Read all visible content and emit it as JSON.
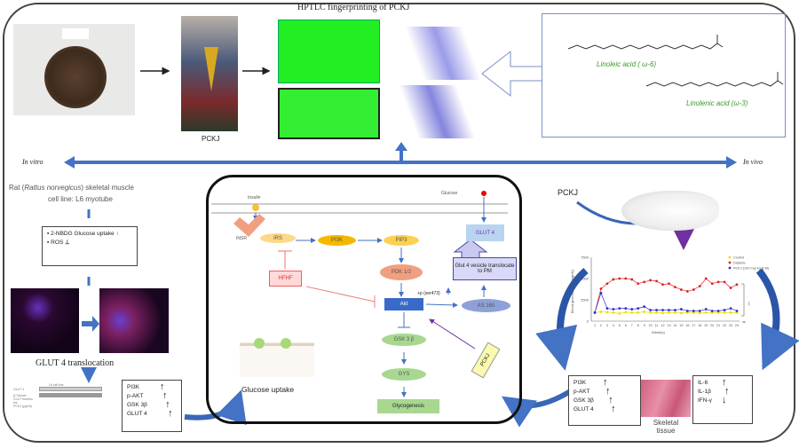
{
  "header": {
    "title": "HPTLC fingerprinting of PCKJ"
  },
  "top": {
    "seed_photo_label": "PCKJ",
    "extract_label": "PCKJ",
    "fatty_acids": [
      {
        "name": "Linoleic acid ( ω-6)",
        "color": "#3a9a2a"
      },
      {
        "name": "Linolenic acid (ω-3)",
        "color": "#3a9a2a"
      }
    ]
  },
  "axis": {
    "left": "In vitro",
    "right": "In vivo"
  },
  "in_vitro": {
    "model_line1_pre": "Rat (",
    "model_species": "Rattus norvegicus",
    "model_line1_post": ")  skeletal muscle",
    "model_line2": "cell line: L6 myotube",
    "results": [
      {
        "label": "2-NBDG Glucose uptake",
        "direction": "up"
      },
      {
        "label": "ROS",
        "direction": "down"
      }
    ],
    "translocation_label": "GLUT 4 translocation",
    "blot": {
      "title": "L6 cell line",
      "rows": [
        "GLUT 4",
        "β-Tubulin",
        "GLUT fraction",
        "Ins",
        "PCKJ (µg/ml)"
      ]
    },
    "markers": [
      {
        "label": "PI3K",
        "direction": "up"
      },
      {
        "label": "p-AKT",
        "direction": "up"
      },
      {
        "label": "GSK 3β",
        "direction": "up"
      },
      {
        "label": "GLUT 4",
        "direction": "up"
      }
    ]
  },
  "pathway": {
    "insulin": "Insulin",
    "glucose": "Glucose",
    "insr": "INSR",
    "irs": "IRS",
    "pi3k": "PI3K",
    "pip3": "PIP3",
    "pdk": "PDK 1/2",
    "akt": "Akt",
    "phospho": "+p (ser473)",
    "as160": "AS 160",
    "glut4": "GLUT 4",
    "vesicle": "Glut 4 vesicle translocate to PM",
    "hfhf": "HFHF",
    "gsk": "GSK 3 β",
    "gys": "GYS",
    "glycogenesis": "Glycogenesis",
    "pckj": "PCKJ",
    "glucose_uptake": "Glucose uptake"
  },
  "in_vivo": {
    "label": "PCKJ",
    "markers": [
      {
        "label": "PI3K",
        "direction": "up"
      },
      {
        "label": "p-AKT",
        "direction": "up"
      },
      {
        "label": "GSK 3β",
        "direction": "up"
      },
      {
        "label": "GLUT 4",
        "direction": "up"
      }
    ],
    "tissue_label": "Skeletal tissue",
    "cytokines": [
      {
        "label": "IL-6",
        "direction": "up"
      },
      {
        "label": "IL-1β",
        "direction": "up"
      },
      {
        "label": "IFN-γ",
        "direction": "down"
      }
    ]
  },
  "chart_data": {
    "type": "line",
    "xlabel": "Week(s)",
    "ylabel": "Blood glucose level (mg/dL)",
    "x": [
      1,
      2,
      3,
      4,
      5,
      6,
      7,
      8,
      9,
      10,
      11,
      12,
      13,
      14,
      15,
      16,
      17,
      18,
      19,
      20,
      21,
      22,
      23,
      24
    ],
    "ylim": [
      0,
      7500
    ],
    "yticks": [
      "0",
      "2500",
      "5000",
      "7500"
    ],
    "legend": "top-right",
    "annotations": [
      "***",
      "ns"
    ],
    "series": [
      {
        "name": "Control",
        "color": "#e8e000",
        "values": [
          1000,
          1100,
          1050,
          1000,
          900,
          1050,
          1000,
          1000,
          1100,
          1000,
          1000,
          950,
          1000,
          1000,
          950,
          1000,
          1000,
          950,
          1000,
          1000,
          1000,
          1000,
          1000,
          1000
        ]
      },
      {
        "name": "Diabetic",
        "color": "#e02020",
        "values": [
          1000,
          3800,
          4400,
          4900,
          5000,
          5000,
          4900,
          4400,
          4600,
          4800,
          4700,
          4300,
          4400,
          4000,
          3700,
          3500,
          3700,
          4100,
          5000,
          4400,
          4600,
          4600,
          3900,
          4300
        ]
      },
      {
        "name": "PCKJ (100 mg/ kg B.W)",
        "color": "#3030d0",
        "values": [
          1000,
          3300,
          1500,
          1400,
          1500,
          1500,
          1400,
          1500,
          1700,
          1300,
          1300,
          1300,
          1300,
          1300,
          1400,
          1200,
          1200,
          1200,
          1400,
          1200,
          1200,
          1300,
          1500,
          1200
        ]
      }
    ]
  }
}
